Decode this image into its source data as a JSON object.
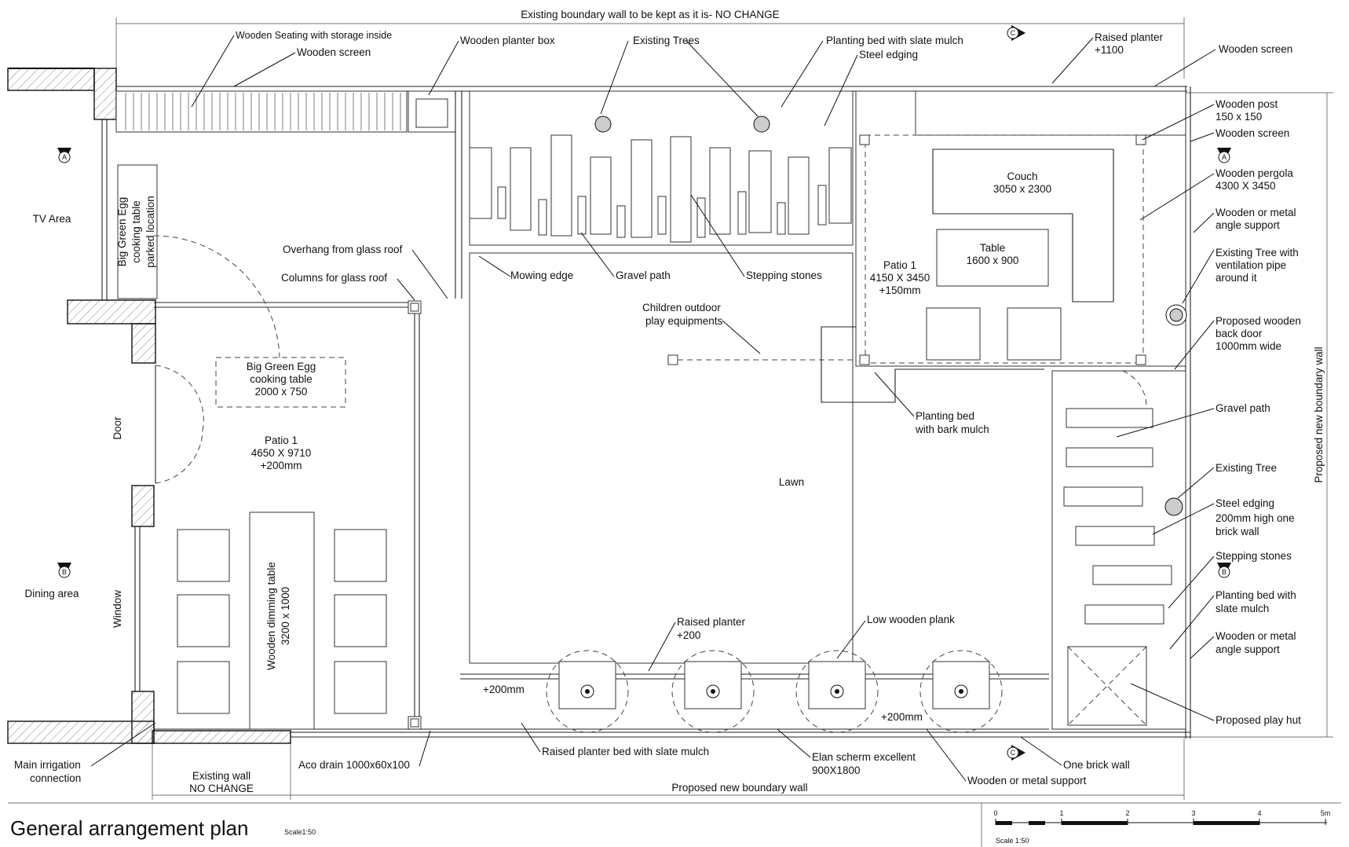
{
  "title": "General arrangement plan",
  "scale_note": "Scale1:50",
  "scale_bar": {
    "ticks": [
      "0",
      "1",
      "2",
      "3",
      "4",
      "5m"
    ],
    "label": "Scale 1:50"
  },
  "dims": {
    "top": "Existing boundary wall to be kept as it is- NO CHANGE",
    "bottom": "Proposed new boundary wall",
    "right": "Proposed new boundary wall",
    "existing_wall_1": "Existing wall",
    "existing_wall_2": "NO CHANGE"
  },
  "rooms": {
    "tv_area": "TV Area",
    "dining_area": "Dining area",
    "door": "Door",
    "window": "Window",
    "lawn": "Lawn"
  },
  "section_marks": {
    "a": "A",
    "b": "B",
    "c": "C"
  },
  "patio1": {
    "name": "Patio 1",
    "size": "4650 X 9710",
    "level": "+200mm"
  },
  "patio2": {
    "name": "Patio 1",
    "size": "4150 X 3450",
    "level": "+150mm"
  },
  "bge_parked": [
    "Big Green Egg",
    "cooking table",
    "parked location"
  ],
  "bge_table": [
    "Big Green Egg",
    "cooking table",
    "2000 x 750"
  ],
  "dining_table": [
    "Wooden dimming table",
    "3200 x 1000"
  ],
  "couch": [
    "Couch",
    "3050 x 2300"
  ],
  "table": [
    "Table",
    "1600 x 900"
  ],
  "levels": {
    "a": "+200mm",
    "b": "+200mm"
  },
  "labels": {
    "wooden_seating": "Wooden Seating with storage inside",
    "wooden_screen_top": "Wooden screen",
    "wooden_planter_box": "Wooden planter box",
    "existing_trees": "Existing Trees",
    "planting_bed_slate": "Planting bed with slate mulch",
    "steel_edging_top": "Steel edging",
    "raised_planter_1": "Raised planter",
    "raised_planter_1b": "+1100",
    "wooden_screen_tr": "Wooden screen",
    "wooden_post_1": "Wooden post",
    "wooden_post_2": "150 x 150",
    "wooden_screen_r": "Wooden screen",
    "pergola_1": "Wooden pergola",
    "pergola_2": "4300 X 3450",
    "angle_support_1": "Wooden or metal",
    "angle_support_1b": "angle support",
    "tree_vent_1": "Existing Tree with",
    "tree_vent_2": "ventilation pipe",
    "tree_vent_3": "around it",
    "back_door_1": "Proposed wooden",
    "back_door_2": "back door",
    "back_door_3": "1000mm wide",
    "gravel_path_r": "Gravel path",
    "existing_tree_r": "Existing Tree",
    "steel_edging_r1": "Steel edging",
    "steel_edging_r2": "200mm high one",
    "steel_edging_r3": "brick wall",
    "stepping_stones_r": "Stepping stones",
    "planting_slate_r1": "Planting bed with",
    "planting_slate_r2": "slate mulch",
    "angle_support_2": "Wooden or metal",
    "angle_support_2b": "angle support",
    "play_hut": "Proposed play hut",
    "overhang": "Overhang from glass roof",
    "columns": "Columns for glass roof",
    "mowing_edge": "Mowing edge",
    "gravel_path": "Gravel path",
    "stepping_stones": "Stepping stones",
    "children_1": "Children outdoor",
    "children_2": "play equipments",
    "planting_bark_1": "Planting bed",
    "planting_bark_2": "with bark mulch",
    "raised_planter_2": "Raised planter",
    "raised_planter_2b": "+200",
    "low_plank": "Low wooden plank",
    "main_irrigation_1": "Main irrigation",
    "main_irrigation_2": "connection",
    "aco_drain": "Aco drain 1000x60x100",
    "raised_bed_slate": "Raised planter bed with slate mulch",
    "elan_1": "Elan scherm excellent",
    "elan_2": "900X1800",
    "wooden_metal_support": "Wooden or metal support",
    "one_brick_wall": "One brick wall"
  }
}
